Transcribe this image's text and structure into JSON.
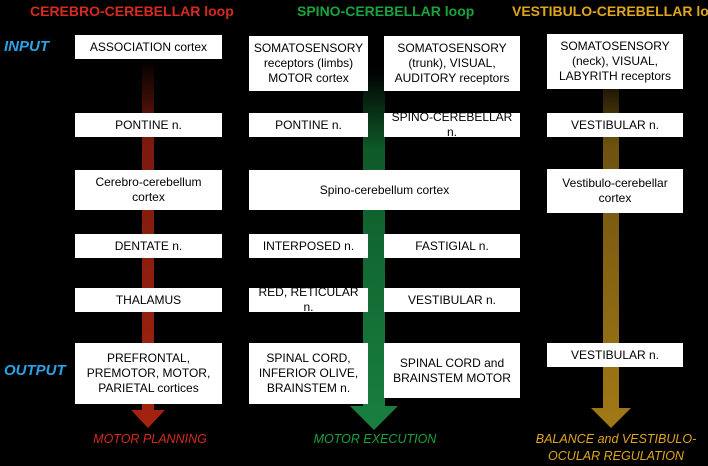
{
  "columns": {
    "cerebro": {
      "title": "CEREBRO-CEREBELLAR loop",
      "color": "#d62a1e",
      "arrow_color": "#8a1d10",
      "outcome": "MOTOR PLANNING",
      "boxes": [
        "ASSOCIATION cortex",
        "PONTINE n.",
        "Cerebro-cerebellum cortex",
        "DENTATE n.",
        "THALAMUS",
        "PREFRONTAL, PREMOTOR, MOTOR, PARIETAL cortices"
      ]
    },
    "spino": {
      "title": "SPINO-CEREBELLAR loop",
      "color": "#1aa33c",
      "arrow_color": "#13602f",
      "outcome": "MOTOR EXECUTION",
      "left_boxes": [
        "SOMATOSENSORY receptors (limbs) MOTOR cortex",
        "PONTINE n.",
        "INTERPOSED n.",
        "RED, RETICULAR n.",
        "SPINAL CORD, INFERIOR OLIVE, BRAINSTEM n."
      ],
      "right_boxes": [
        "SOMATOSENSORY (trunk), VISUAL, AUDITORY receptors",
        "SPINO-CEREBELLAR n.",
        "FASTIGIAL n.",
        "VESTIBULAR n.",
        "SPINAL CORD and BRAINSTEM MOTOR"
      ],
      "shared_box": "Spino-cerebellum cortex"
    },
    "vestibulo": {
      "title": "VESTIBULO-CEREBELLAR loop",
      "color": "#e0a51c",
      "arrow_color": "#8a6612",
      "outcome_line1": "BALANCE and  VESTIBULO-",
      "outcome_line2": "OCULAR REGULATION",
      "boxes": [
        "SOMATOSENSORY (neck), VISUAL, LABYRITH receptors",
        "VESTIBULAR n.",
        "Vestibulo-cerebellar cortex",
        "VESTIBULAR n."
      ]
    }
  },
  "labels": {
    "input": "INPUT",
    "output": "OUTPUT"
  }
}
